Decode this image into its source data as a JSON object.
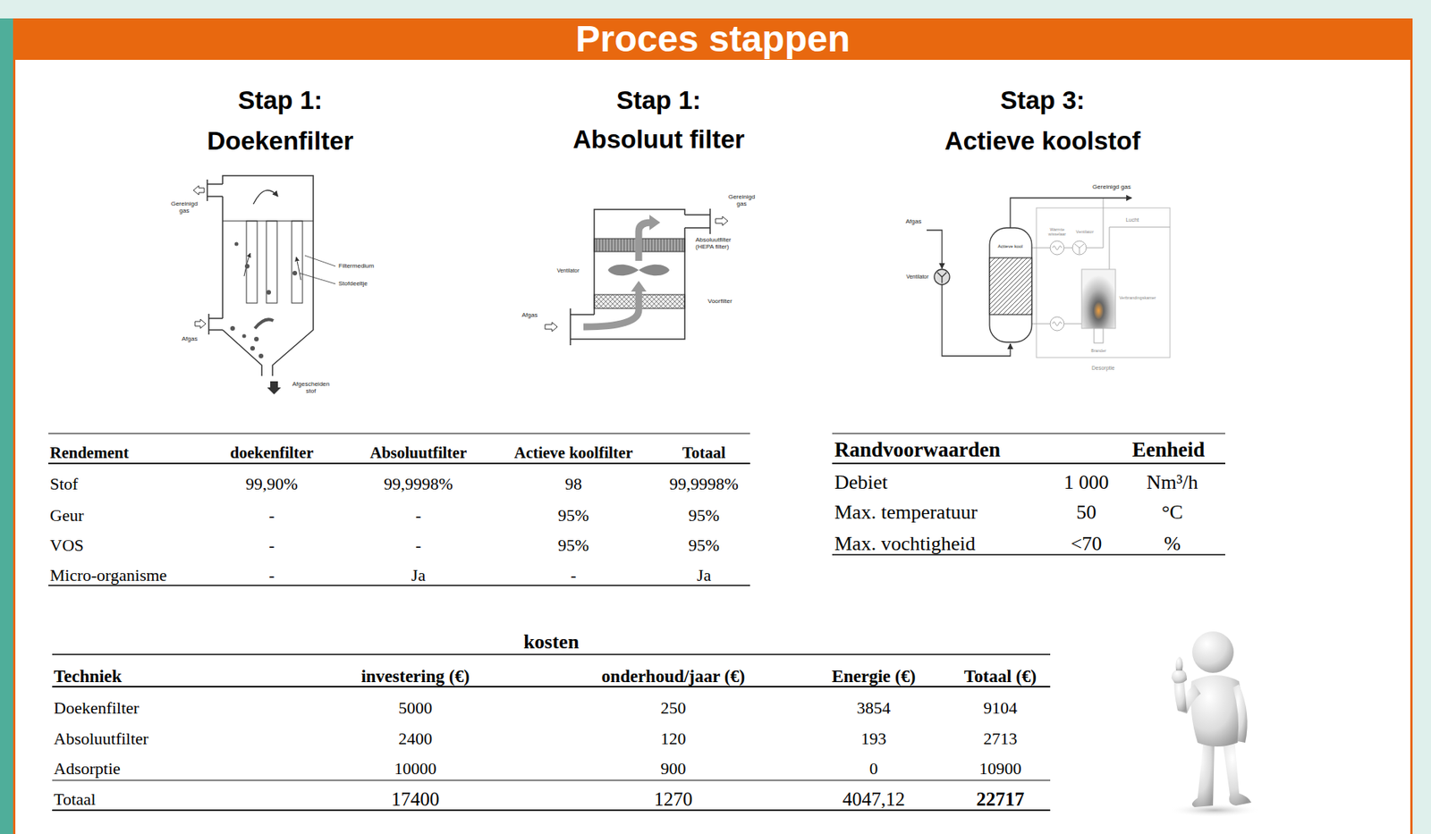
{
  "diagram": {
    "title": "Proces stappen",
    "labels": [
      "Stap 1:",
      "Doekenfilter",
      "Stap 1:",
      "Absoluut filter",
      "Stap 3:",
      "Actieve koolstof",
      "Gereinigd gas",
      "Filtermedium",
      "Stofdeeltje",
      "Afgas",
      "Afgescheiden stof",
      "Gereinigd gas",
      "Absoluutfilter (HEPA filter)",
      "Ventilator",
      "Voorfilter",
      "Afgas",
      "Gereinigd gas",
      "Afgas",
      "Ventilator",
      "Actieve kool",
      "Warmte wisselaar",
      "Ventilator",
      "Lucht",
      "Verbrandingskamer",
      "Brander",
      "Desorptie",
      "Rendement",
      "doekenfilter",
      "Absoluutfilter",
      "Actieve koolfilter",
      "Totaal",
      "Stof",
      "99,90%",
      "99,9998%",
      "98",
      "99,9998%",
      "Geur",
      "-",
      "-",
      "95%",
      "95%",
      "VOS",
      "-",
      "-",
      "95%",
      "95%",
      "Micro-organisme",
      "-",
      "Ja",
      "-",
      "Ja",
      "Randvoorwaarden",
      "Eenheid",
      "Debiet",
      "1 000",
      "Nm³/h",
      "Max. temperatuur",
      "50",
      "°C",
      "Max. vochtigheid",
      "<70",
      "%",
      "kosten",
      "Techniek",
      "investering (€)",
      "onderhoud/jaar (€)",
      "Energie (€)",
      "Totaal (€)",
      "Doekenfilter",
      "5000",
      "250",
      "3854",
      "9104",
      "Absoluutfilter",
      "2400",
      "120",
      "193",
      "2713",
      "Adsorptie",
      "10000",
      "900",
      "0",
      "10900",
      "Totaal",
      "17400",
      "1270",
      "4047,12",
      "22717"
    ]
  }
}
